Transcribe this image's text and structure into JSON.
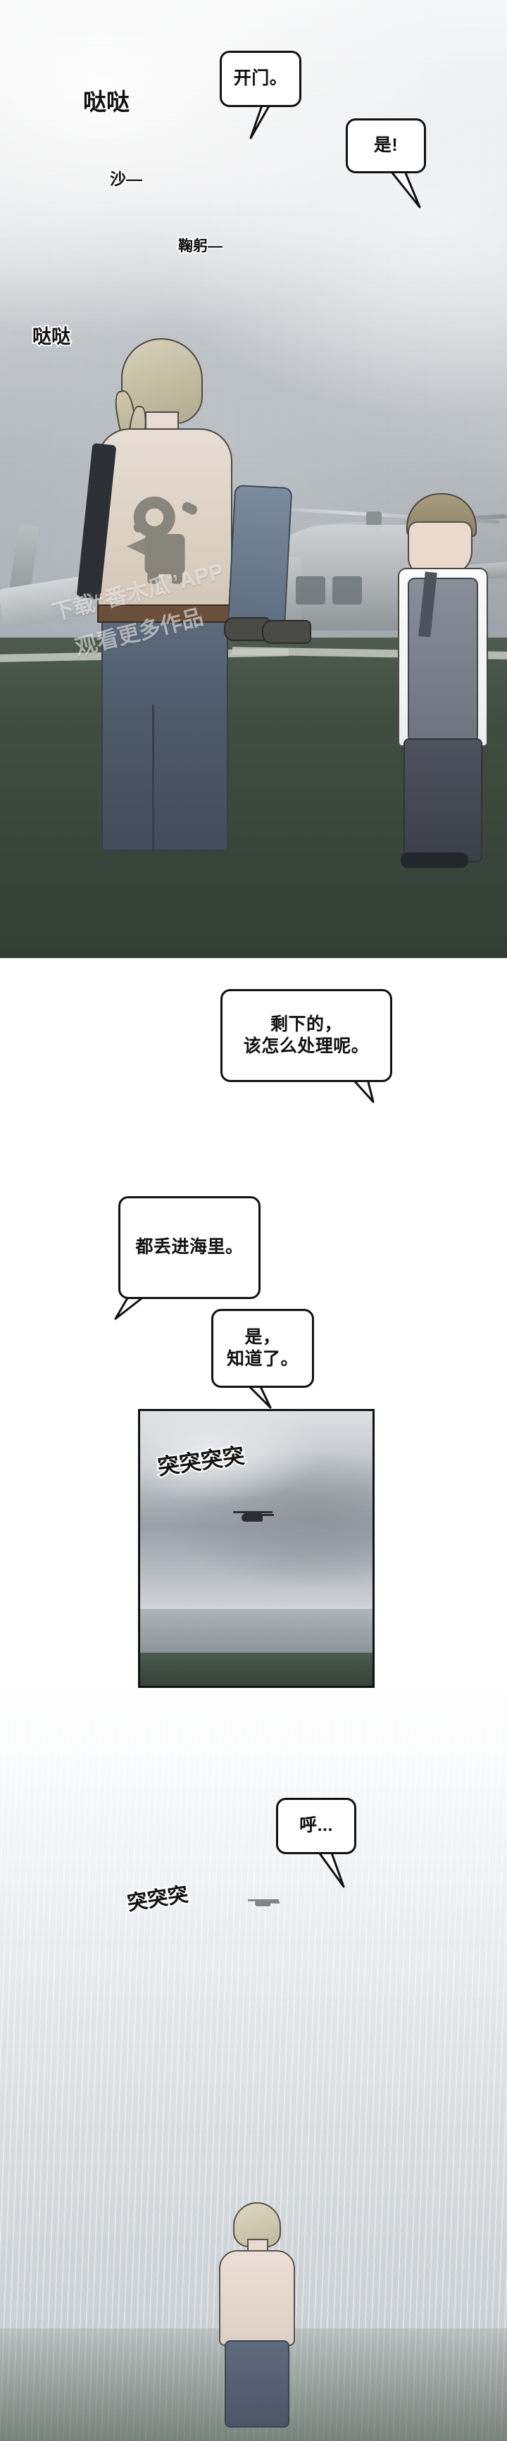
{
  "meta": {
    "title": "Webtoon comic page",
    "panel_count": 4
  },
  "watermark": {
    "line1": "下载“番木瓜”APP",
    "line2": "观看更多作品"
  },
  "panels": [
    {
      "id": "panel-1",
      "scene": "helipad with helicopter, blond man seen from behind, suited attendant bowing",
      "bubbles": [
        {
          "id": "bubble-open-door",
          "text": "开门。"
        },
        {
          "id": "bubble-yes",
          "text": "是!"
        }
      ],
      "sfx": [
        {
          "id": "sfx-dada-1",
          "text": "哒哒"
        },
        {
          "id": "sfx-sha",
          "text": "沙—"
        },
        {
          "id": "sfx-bow",
          "text": "鞠躬—"
        },
        {
          "id": "sfx-dada-2",
          "text": "哒哒"
        }
      ]
    },
    {
      "id": "panel-2",
      "scene": "white gap panel",
      "bubbles": [
        {
          "id": "bubble-leftover",
          "text": "剩下的，\n该怎么处理呢。"
        }
      ],
      "sfx": []
    },
    {
      "id": "panel-3",
      "scene": "inset framed panel: helicopter flying over sea under stormy sky",
      "bubbles": [
        {
          "id": "bubble-throw-sea",
          "text": "都丢进海里。"
        },
        {
          "id": "bubble-understood",
          "text": "是，\n知道了。"
        }
      ],
      "sfx": [
        {
          "id": "sfx-tutu-1",
          "text": "突突突突"
        }
      ]
    },
    {
      "id": "panel-4",
      "scene": "misty rainy sky, distant helicopter, blond man standing with back turned",
      "bubbles": [
        {
          "id": "bubble-sigh",
          "text": "呼..."
        }
      ],
      "sfx": [
        {
          "id": "sfx-tutu-2",
          "text": "突突突"
        }
      ]
    }
  ],
  "colors": {
    "ink": "#111111",
    "bubble_fill": "#ffffff",
    "sky_light": "#f7f8f9",
    "sky_dark": "#9aa0a6",
    "ground_green": "#3f4d40",
    "hair_blond": "#cfc8ae",
    "suit_gray": "#6f737e"
  }
}
